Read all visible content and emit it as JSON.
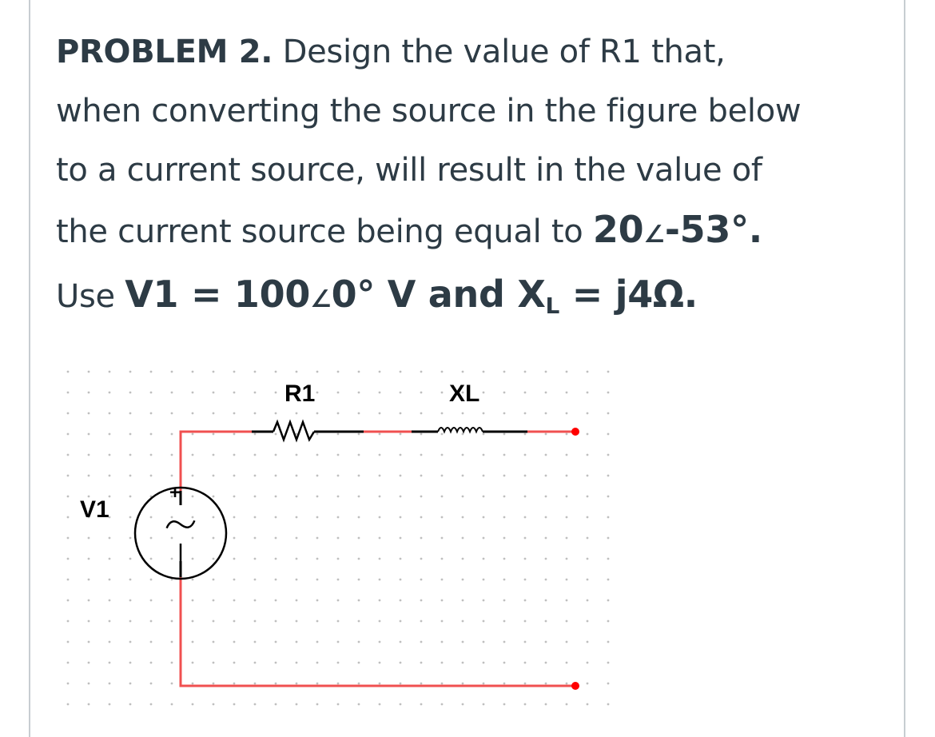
{
  "problem": {
    "label": "PROBLEM 2.",
    "line1_rest": " Design the value of R1 that,",
    "line2": "when converting the source in the figure below",
    "line3": "to a current source, will result in the value of",
    "line4_text": "the current source being equal to ",
    "current_mag": "20",
    "angle_symbol": "∠",
    "current_phase": "-53°.",
    "line5_use": "Use ",
    "v1_expr": "V1 = 100",
    "v1_phase": "0° V and X",
    "xl_sub": "L",
    "xl_value": " = j4Ω."
  },
  "figure": {
    "r1_label": "R1",
    "xl_label": "XL",
    "v1_label": "V1",
    "plus_sign": "+"
  },
  "colors": {
    "wire": "#f05050",
    "component": "#000000",
    "grid_dot": "#bfbfbf",
    "terminal": "#ff0000"
  }
}
